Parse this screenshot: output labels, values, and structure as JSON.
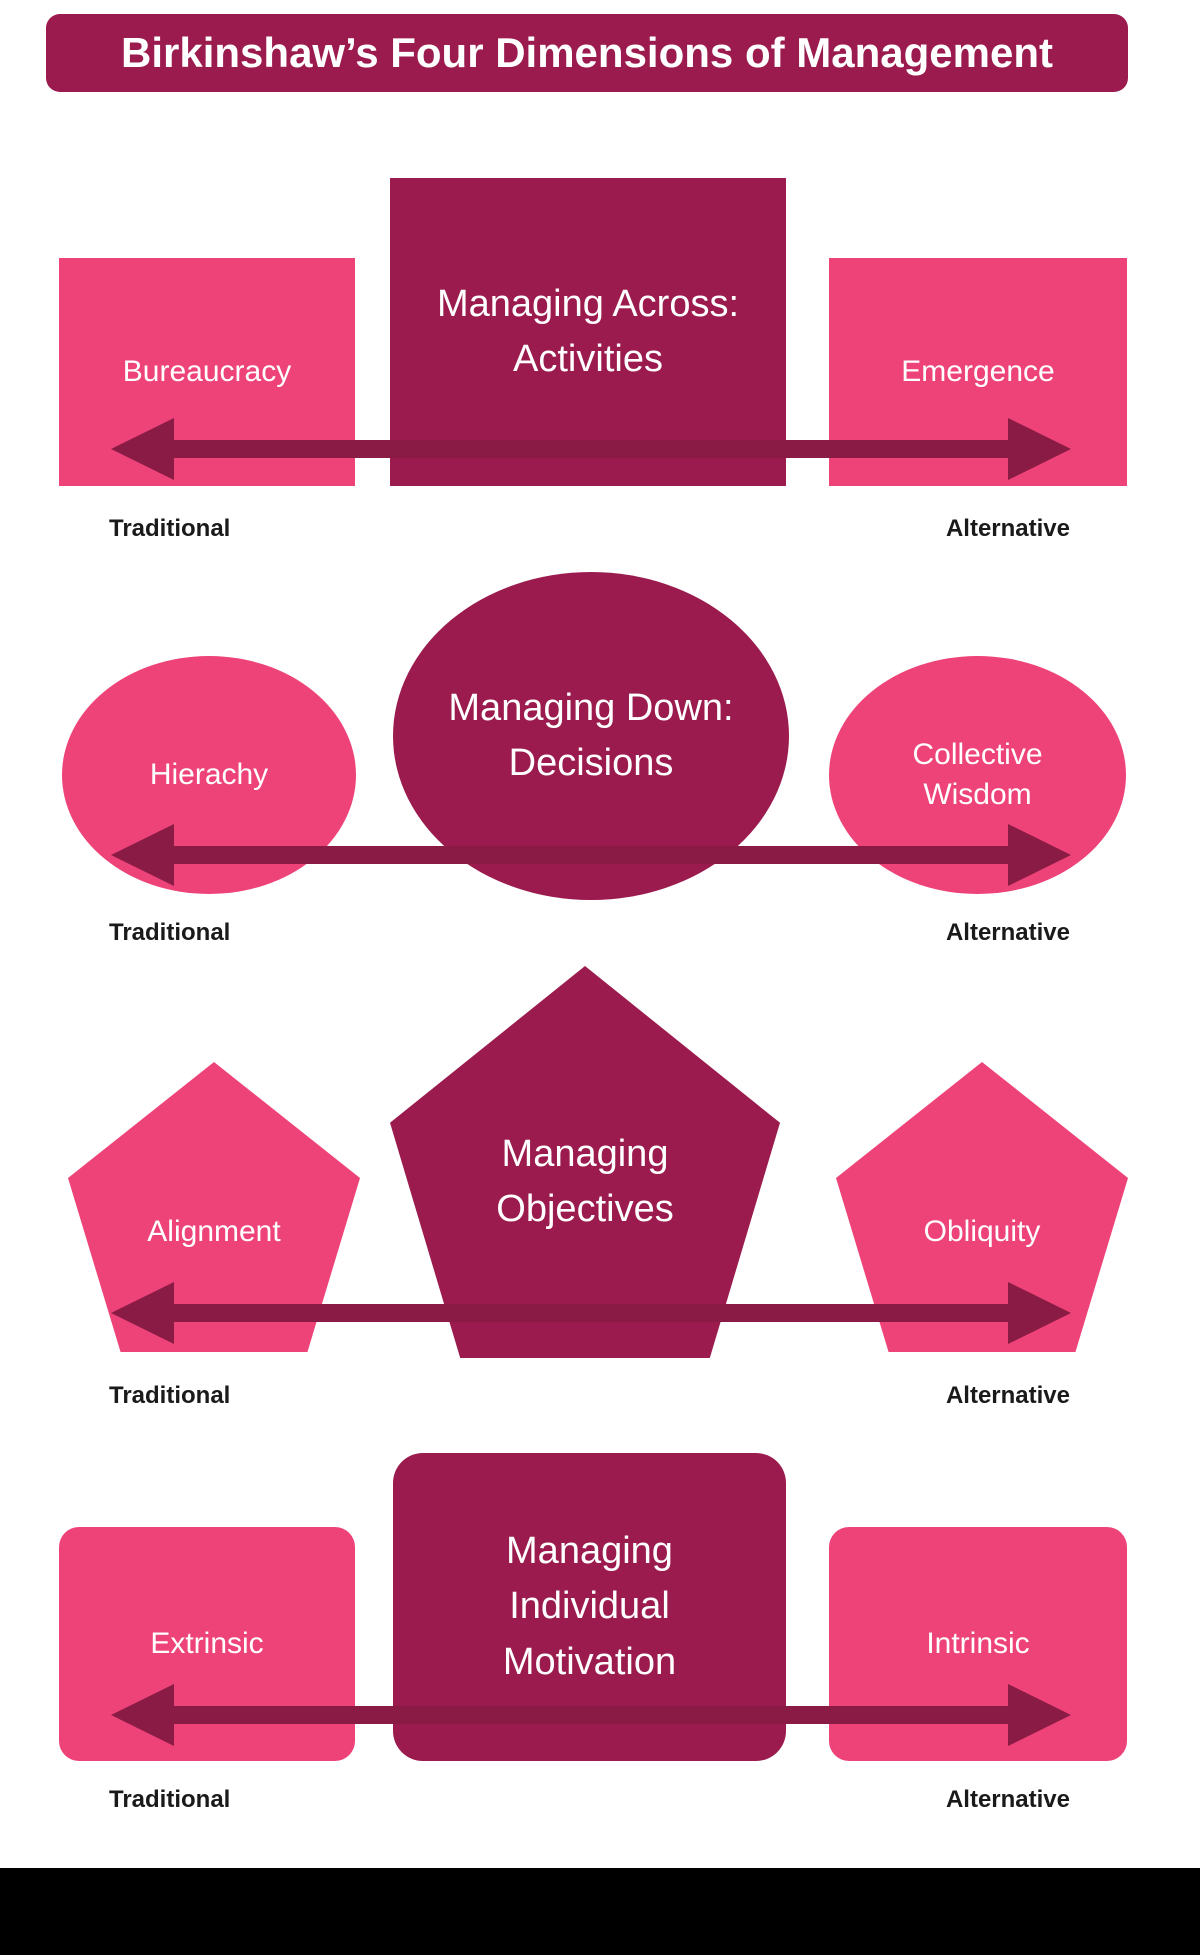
{
  "title": "Birkinshaw’s Four Dimensions of Management",
  "colors": {
    "dark": "#9B1B4E",
    "pink": "#EE4379",
    "arrow": "#8A1B45",
    "label": "#1A1A1A",
    "footer": "#000000"
  },
  "rows": [
    {
      "shape": "rectangle",
      "center": "Managing Across:\nActivities",
      "left": "Bureaucracy",
      "right": "Emergence",
      "left_end": "Traditional",
      "right_end": "Alternative"
    },
    {
      "shape": "ellipse",
      "center": "Managing Down:\nDecisions",
      "left": "Hierachy",
      "right": "Collective\nWisdom",
      "left_end": "Traditional",
      "right_end": "Alternative"
    },
    {
      "shape": "pentagon",
      "center": "Managing\nObjectives",
      "left": "Alignment",
      "right": "Obliquity",
      "left_end": "Traditional",
      "right_end": "Alternative"
    },
    {
      "shape": "rounded-rectangle",
      "center": "Managing\nIndividual\nMotivation",
      "left": "Extrinsic",
      "right": "Intrinsic",
      "left_end": "Traditional",
      "right_end": "Alternative"
    }
  ]
}
